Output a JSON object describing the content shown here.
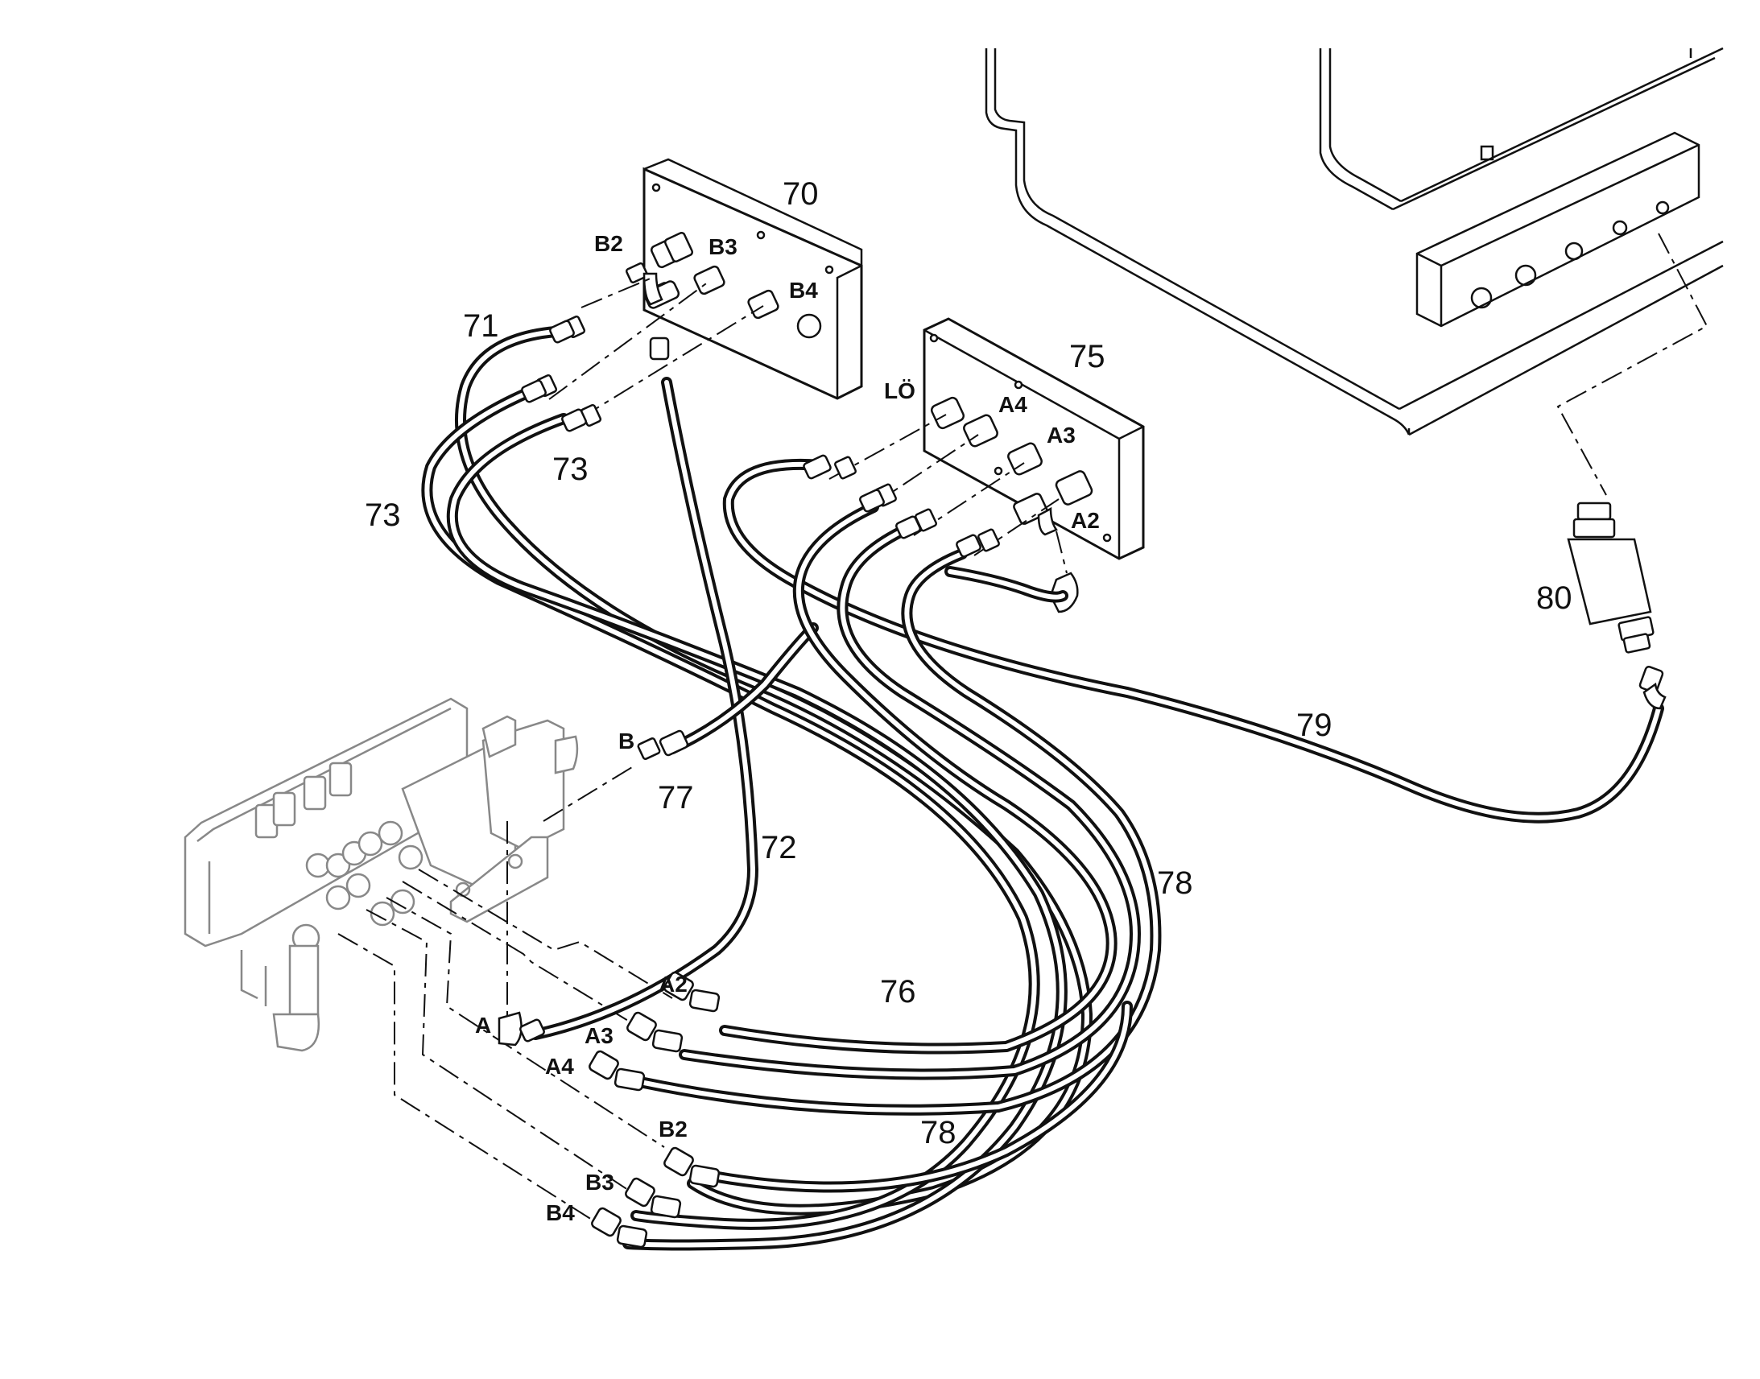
{
  "diagram": {
    "part_numbers": {
      "p70": "70",
      "p71": "71",
      "p72": "72",
      "p73a": "73",
      "p73b": "73",
      "p75": "75",
      "p76": "76",
      "p77": "77",
      "p78a": "78",
      "p78b": "78",
      "p79": "79",
      "p80": "80"
    },
    "port_labels": {
      "plate70_b2": "B2",
      "plate70_b3": "B3",
      "plate70_b4": "B4",
      "plate75_lo": "LÖ",
      "plate75_a4": "A4",
      "plate75_a3": "A3",
      "plate75_a2": "A2",
      "valve_b": "B",
      "valve_a": "A",
      "hose_a2": "A2",
      "hose_a3": "A3",
      "hose_a4": "A4",
      "hose_b2": "B2",
      "hose_b3": "B3",
      "hose_b4": "B4"
    }
  }
}
